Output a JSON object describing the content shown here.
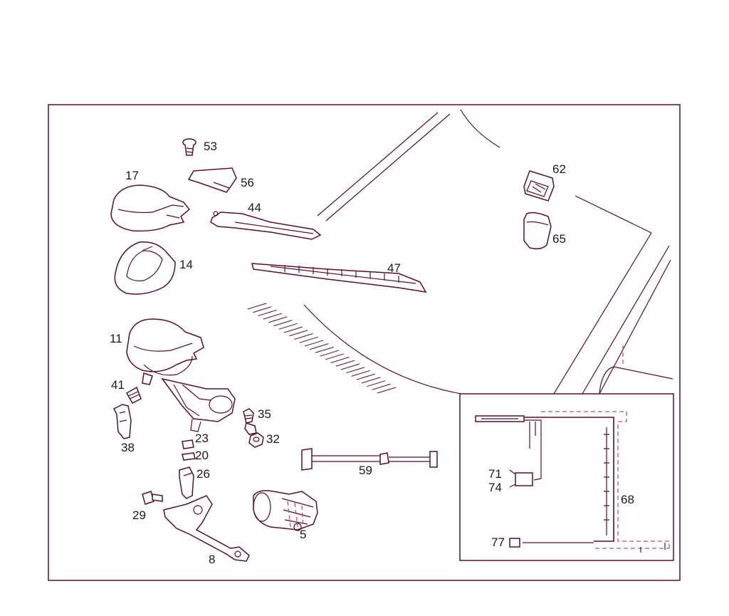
{
  "colors": {
    "line": "#5a0f24",
    "accent": "#c8526f",
    "background": "#ffffff"
  },
  "labels": {
    "p53": "53",
    "p56": "56",
    "p17": "17",
    "p44": "44",
    "p14": "14",
    "p47": "47",
    "p62": "62",
    "p65": "65",
    "p11": "11",
    "p41": "41",
    "p38": "38",
    "p35": "35",
    "p32": "32",
    "p23": "23",
    "p20": "20",
    "p26": "26",
    "p59": "59",
    "p29": "29",
    "p8": "8",
    "p5": "5",
    "p71": "71",
    "p74": "74",
    "p68": "68",
    "p77": "77"
  }
}
